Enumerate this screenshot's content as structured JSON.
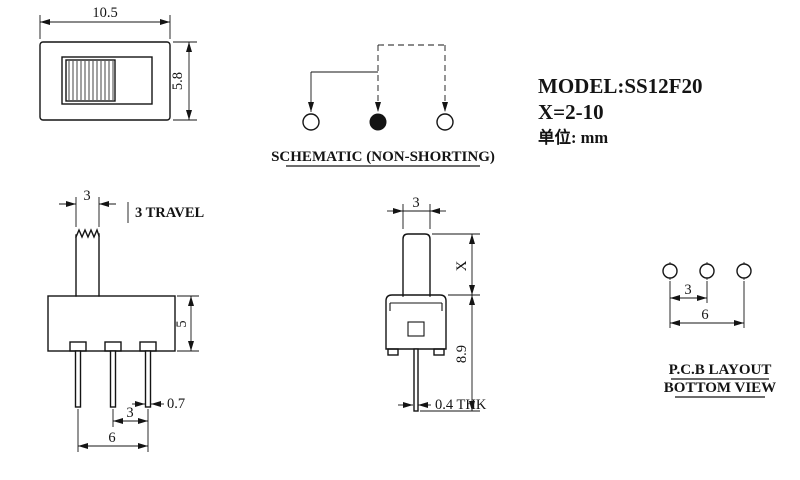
{
  "info": {
    "model": "MODEL:SS12F20",
    "x_range": "X=2-10",
    "unit_label": "单位: mm"
  },
  "schematic": {
    "label": "SCHEMATIC (NON-SHORTING)"
  },
  "top_view": {
    "width": "10.5",
    "height": "5.8"
  },
  "front_view": {
    "knob_width": "3",
    "travel_label": "3 TRAVEL",
    "body_height": "5",
    "pin_width": "0.7",
    "pin_pitch": "3",
    "pin_span": "6"
  },
  "side_view": {
    "knob_width": "3",
    "knob_height_label": "X",
    "total_height": "8.9",
    "pin_thickness_label": "0.4 THK"
  },
  "pcb": {
    "pitch": "3",
    "span": "6",
    "label_line1": "P.C.B LAYOUT",
    "label_line2": "BOTTOM VIEW"
  },
  "colors": {
    "line": "#141414",
    "background": "#ffffff"
  }
}
